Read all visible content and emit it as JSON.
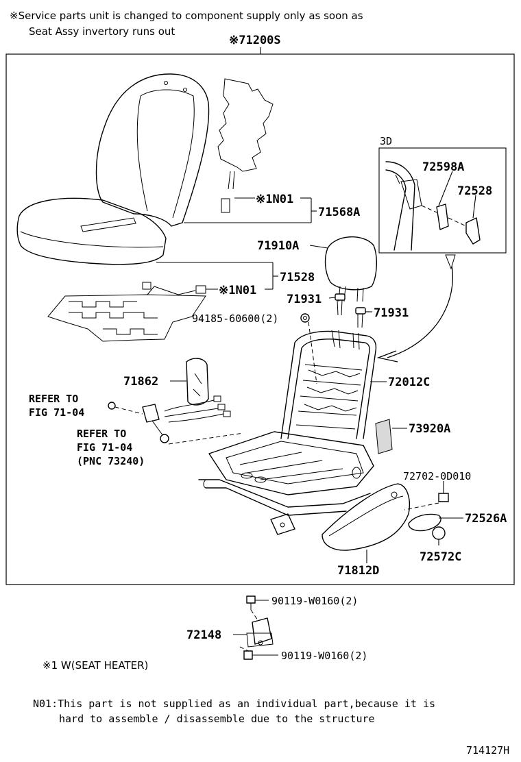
{
  "header_note": {
    "line1": "※Service parts unit is changed to component supply only as soon as",
    "line2": "Seat Assy invertory runs out"
  },
  "assembly_number": "※71200S",
  "inset_label": "3D",
  "parts": {
    "p71568A": "71568A",
    "n01_top": "※1N01",
    "p71910A": "71910A",
    "p71528": "71528",
    "n01_mid": "※1N01",
    "p71931_a": "71931",
    "p71931_b": "71931",
    "p94185": "94185-60600(2)",
    "p72598A": "72598A",
    "p72528": "72528",
    "p71862": "71862",
    "p72012C": "72012C",
    "p73920A": "73920A",
    "p72702": "72702-0D010",
    "p72526A": "72526A",
    "p72572C": "72572C",
    "p71812D": "71812D",
    "p90119_a": "90119-W0160(2)",
    "p72148": "72148",
    "p90119_b": "90119-W0160(2)"
  },
  "refer1": {
    "line1": "REFER TO",
    "line2": "FIG 71-04"
  },
  "refer2": {
    "line1": "REFER TO",
    "line2": "FIG 71-04",
    "line3": "(PNC 73240)"
  },
  "footnote_w": "※1 W(SEAT HEATER)",
  "footnote_n01": {
    "line1": "N01:This part is not supplied as an individual part,because it is",
    "line2": "hard to assemble / disassemble due to the structure"
  },
  "figure_id": "714127H"
}
